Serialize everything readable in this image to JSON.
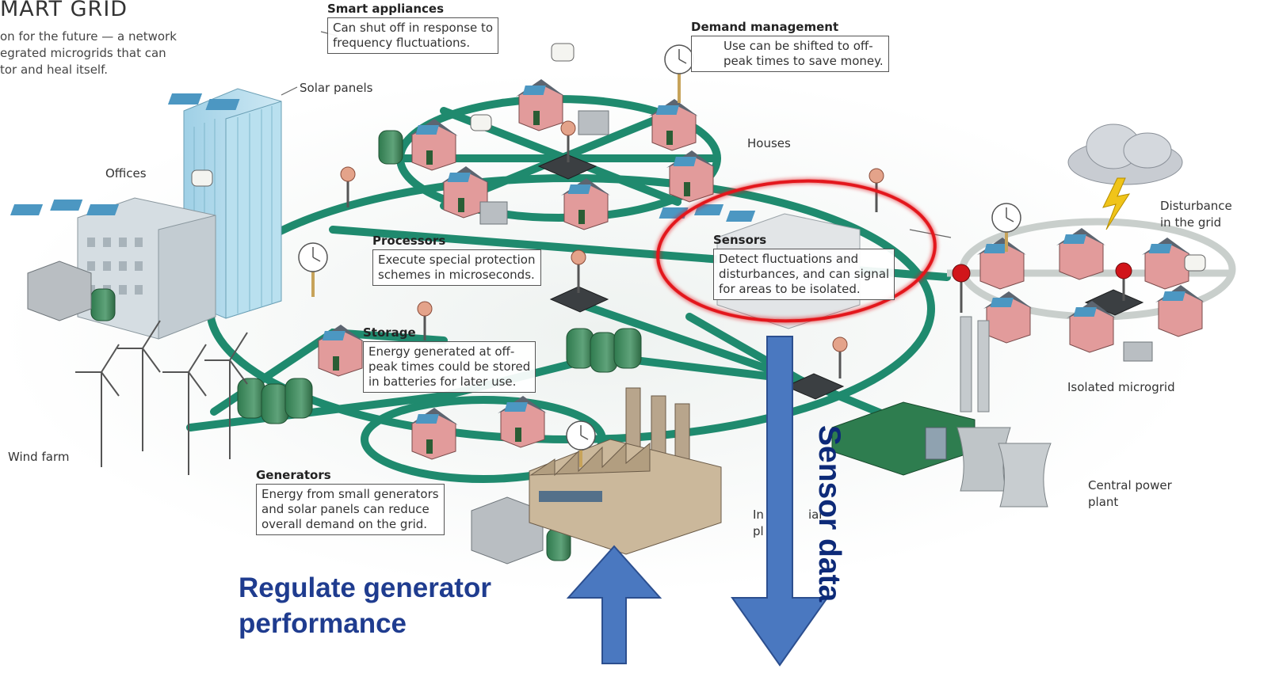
{
  "header": {
    "title": "MART GRID",
    "lines": [
      "on for the future — a network",
      "egrated microgrids that can",
      "tor and heal itself."
    ]
  },
  "labels": {
    "solar_panels": "Solar panels",
    "offices": "Offices",
    "houses": "Houses",
    "wind_farm": "Wind farm",
    "disturbance": [
      "Disturbance",
      "in the grid"
    ],
    "isolated_microgrid": "Isolated microgrid",
    "central_power_plant": [
      "Central power",
      "plant"
    ],
    "industrial_plant": [
      "In",
      "ial",
      "pl"
    ]
  },
  "callouts": {
    "smart_appliances": {
      "title": "Smart appliances",
      "lines": [
        "Can shut off in response to",
        "frequency fluctuations."
      ]
    },
    "demand_management": {
      "title": "Demand management",
      "lines": [
        "Use can be shifted to off-",
        "peak times to save money."
      ]
    },
    "processors": {
      "title": "Processors",
      "lines": [
        "Execute special protection",
        "schemes in microseconds."
      ]
    },
    "sensors": {
      "title": "Sensors",
      "lines": [
        "Detect fluctuations and",
        "disturbances, and can signal",
        "for areas to be isolated."
      ]
    },
    "storage": {
      "title": "Storage",
      "lines": [
        "Energy generated at off-",
        "peak times could be stored",
        "in batteries for later use."
      ]
    },
    "generators": {
      "title": "Generators",
      "lines": [
        "Energy from small generators",
        "and solar panels can reduce",
        "overall demand on the grid."
      ]
    }
  },
  "overlay": {
    "regulate": [
      "Regulate generator",
      "performance"
    ],
    "sensor_data": "Sensor data"
  },
  "colors": {
    "grid_line": "#1f8a6e",
    "arrow_fill": "#4a78c0",
    "arrow_stroke": "#2c4f8f",
    "highlight_ring": "#e3191c",
    "overlay_text": "#1f3c8f"
  }
}
